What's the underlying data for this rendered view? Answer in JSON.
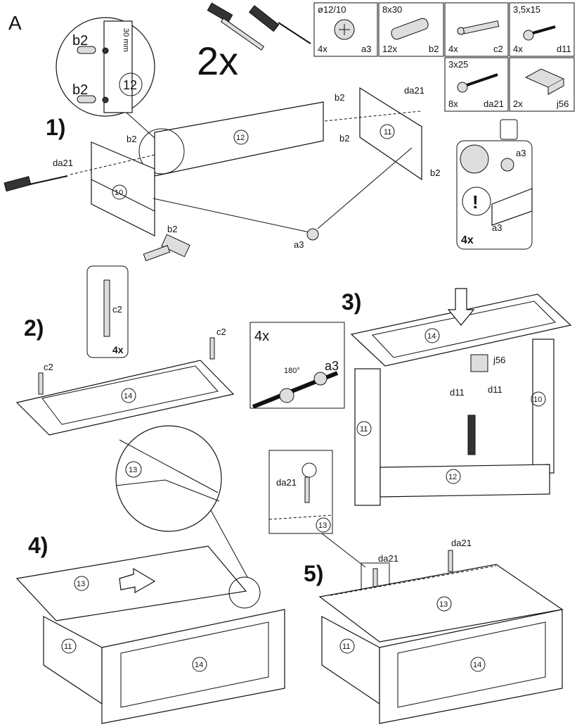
{
  "sheet_letter": "A",
  "tools_count": "2x",
  "hardware": [
    {
      "size": "ø12/10",
      "qty": "4x",
      "code": "a3"
    },
    {
      "size": "8x30",
      "qty": "12x",
      "code": "b2"
    },
    {
      "size": "",
      "qty": "4x",
      "code": "c2"
    },
    {
      "size": "3,5x15",
      "qty": "4x",
      "code": "d11"
    },
    {
      "size": "3x25",
      "qty": "8x",
      "code": "da21"
    },
    {
      "size": "",
      "qty": "2x",
      "code": "j56"
    }
  ],
  "steps": [
    "1)",
    "2)",
    "3)",
    "4)",
    "5)"
  ],
  "parts": {
    "p10": "10",
    "p11": "11",
    "p12": "12",
    "p13": "13",
    "p14": "14"
  },
  "codes": {
    "a3": "a3",
    "b2": "b2",
    "c2": "c2",
    "d11": "d11",
    "da21": "da21",
    "j56": "j56"
  },
  "detail_1": {
    "measure": "30 mm",
    "qty": "4x"
  },
  "detail_2": {
    "qty": "4x"
  },
  "detail_cam": {
    "qty": "4x",
    "angle": "180°"
  }
}
